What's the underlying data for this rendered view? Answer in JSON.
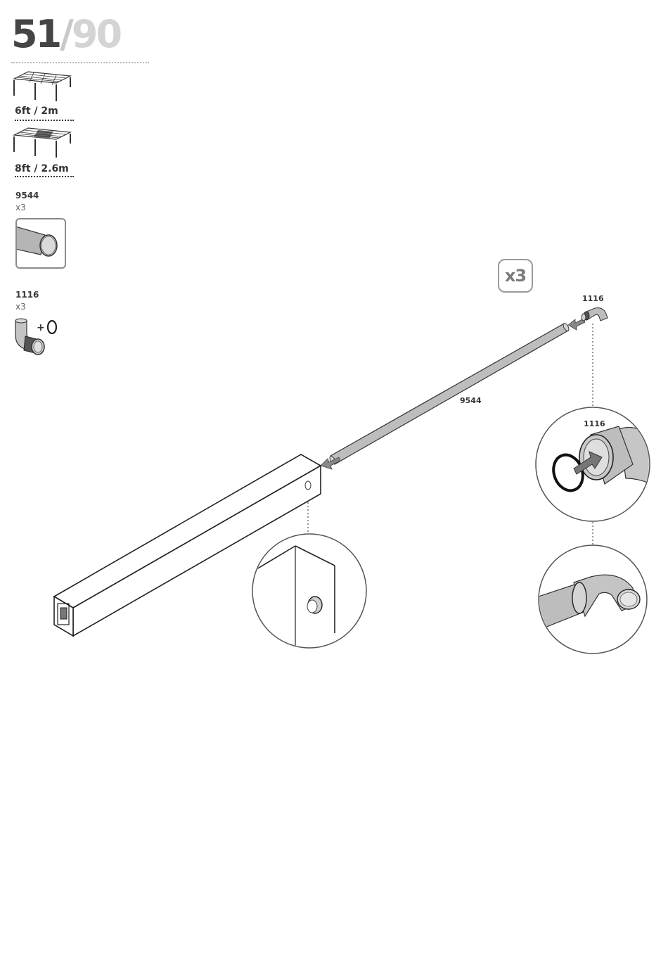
{
  "step": {
    "current": "51",
    "separator": "/",
    "total": "90"
  },
  "sizes": [
    {
      "label": "6ft / 2m"
    },
    {
      "label": "8ft / 2.6m"
    }
  ],
  "parts": [
    {
      "code": "9544",
      "qty": "x3",
      "icon": "tube-icon"
    },
    {
      "code": "1116",
      "qty": "x3",
      "icon": "elbow-connector-with-oring-icon"
    }
  ],
  "parts_plus": "+",
  "diagram": {
    "repeat_badge": "x3",
    "label_connector": "1116",
    "label_tube": "9544",
    "label_detail": "1116"
  }
}
